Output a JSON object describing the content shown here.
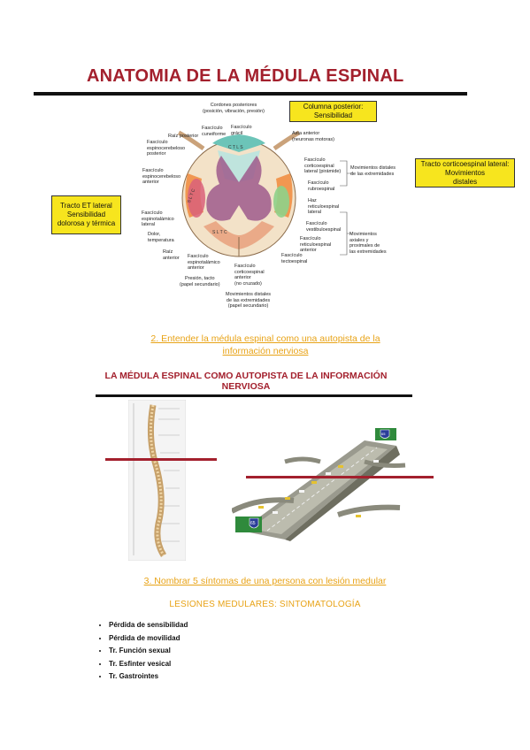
{
  "section1": {
    "title": "ANATOMIA DE LA MÉDULA ESPINAL",
    "callouts": {
      "posterior": "Columna posterior:\nSensibilidad",
      "lateral_ct": "Tracto corticoespinal lateral:\nMovimientos\ndistales",
      "et_lateral": "Tracto ET lateral\nSensibilidad\ndolorosa y térmica"
    },
    "diagram_labels": {
      "cordones": "Cordones posteriores\n(posición, vibración, presión)",
      "cuneiforme": "Fascículo\ncuneiforme",
      "gracil": "Fascículo\ngrácil",
      "raiz_posterior": "Raíz posterior",
      "espinocerebeloso_post": "Fascículo\nespinocerebeloso\nposterior",
      "espinocerebeloso_ant": "Fascículo\nespinocerebeloso\nanterior",
      "espinotalamico_lat": "Fascículo\nespinotalámico\nlateral",
      "dolor": "Dolor,\ntemperatura",
      "raiz_anterior": "Raíz\nanterior",
      "espinotalamico_ant": "Fascículo\nespinotalámico\nanterior",
      "presion": "Presión, tacto\n(papel secundario)",
      "corticoespinal_ant": "Fascículo\ncorticoespinal\nanterior\n(no cruzado)",
      "mov_distales": "Movimientos distales\nde las extremidades\n(papel secundario)",
      "asta_anterior": "Asta anterior\n(neuronas motoras)",
      "corticoespinal_lat": "Fascículo\ncorticoespinal\nlateral (pirámide)",
      "rubroespinal": "Fascículo\nrubroespinal",
      "mov_distales_ext": "Movimientos distales\nde las extremidades",
      "reticuloespinal_lat": "Haz\nreticuloespinal\nlateral",
      "vestibuloespinal": "Fascículo\nvestibuloespinal",
      "reticuloespinal_ant": "Fascículo\nreticuloespinal\nanterior",
      "tectoespinal": "Fascículo\ntectoespinal",
      "mov_axiales": "Movimientos\naxiales y\nproximales de\nlas extremidades",
      "cuneiforme_letters": "C T L S",
      "lateral_letters": "S L T C",
      "motor_letters": "S L T C"
    }
  },
  "section2": {
    "heading": "2. Entender la médula espinal como una autopista de la información nerviosa",
    "title": "LA MÉDULA ESPINAL COMO AUTOPISTA DE LA INFORMACIÓN NERVIOSA",
    "sign_number": "65"
  },
  "section3": {
    "heading": "3. Nombrar 5 síntomas de una persona con lesión medular",
    "subheading": "LESIONES MEDULARES: SINTOMATOLOGÍA",
    "symptoms": [
      "Pérdida de sensibilidad",
      "Pérdida de movilidad",
      "Tr. Función sexual",
      "Tr. Esfinter vesical",
      "Tr. Gastrointes"
    ]
  },
  "colors": {
    "title_red": "#a3202d",
    "link_orange": "#e8a317",
    "callout_yellow": "#f7e51e",
    "cord_teal": "#6cc4b8",
    "cord_purple": "#8d4a7e",
    "cord_orange": "#f08a3c"
  }
}
